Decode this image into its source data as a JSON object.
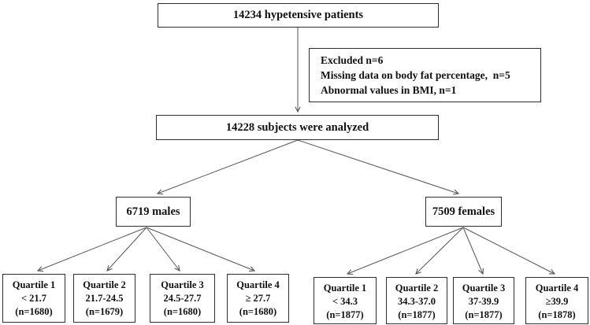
{
  "diagram": {
    "top_box": "14234 hypetensive patients",
    "excluded_box": {
      "line1": "Excluded n=6",
      "line2": "Missing data on body fat percentage,  n=5",
      "line3": "Abnormal values in BMI, n=1"
    },
    "analyzed_box": "14228 subjects were analyzed",
    "males_box": "6719 males",
    "females_box": "7509 females",
    "male_quartiles": [
      {
        "title": "Quartile 1",
        "range": "< 21.7",
        "n": "(n=1680)"
      },
      {
        "title": "Quartile 2",
        "range": "21.7-24.5",
        "n": "(n=1679)"
      },
      {
        "title": "Quartile 3",
        "range": "24.5-27.7",
        "n": "(n=1680)"
      },
      {
        "title": "Quartile 4",
        "range": "≥ 27.7",
        "n": "(n=1680)"
      }
    ],
    "female_quartiles": [
      {
        "title": "Quartile 1",
        "range": "< 34.3",
        "n": "(n=1877)"
      },
      {
        "title": "Quartile 2",
        "range": "34.3-37.0",
        "n": "(n=1877)"
      },
      {
        "title": "Quartile 3",
        "range": "37-39.9",
        "n": "(n=1877)"
      },
      {
        "title": "Quartile 4",
        "range": "≥39.9",
        "n": "(n=1878)"
      }
    ],
    "colors": {
      "box_border": "#2e2e2e",
      "connector": "#555555",
      "text": "#111111",
      "background": "#ffffff"
    }
  }
}
